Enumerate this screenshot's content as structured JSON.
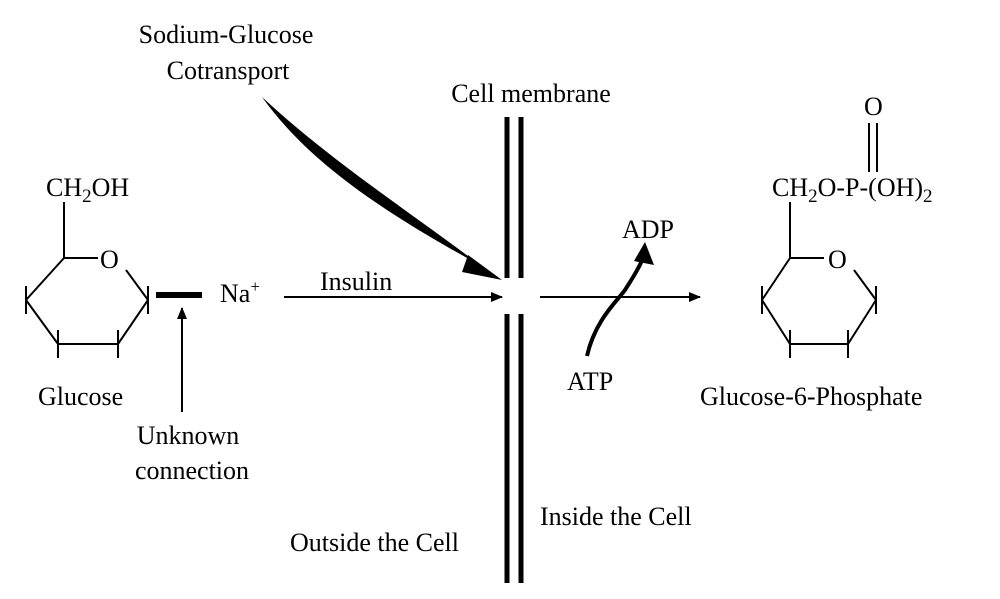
{
  "labels": {
    "sodium_glucose_line1": "Sodium-Glucose",
    "sodium_glucose_line2": "Cotransport",
    "cell_membrane": "Cell membrane",
    "glucose_ch2": "CH",
    "glucose_sub2": "2",
    "glucose_oh": "OH",
    "glucose_ring_o": "O",
    "glucose": "Glucose",
    "na": "Na",
    "na_plus": "+",
    "insulin": "Insulin",
    "unknown_line1": "Unknown",
    "unknown_line2": "connection",
    "adp": "ADP",
    "atp": "ATP",
    "phosphate_o": "O",
    "g6p_ch": "CH",
    "g6p_sub2": "2",
    "g6p_mid": "O-P-(OH)",
    "g6p_end2": "2",
    "g6p_ring_o": "O",
    "glucose_6_phosphate": "Glucose-6-Phosphate",
    "outside_cell": "Outside the Cell",
    "inside_cell": "Inside the Cell"
  },
  "colors": {
    "ink": "#000000",
    "background": "#ffffff"
  }
}
